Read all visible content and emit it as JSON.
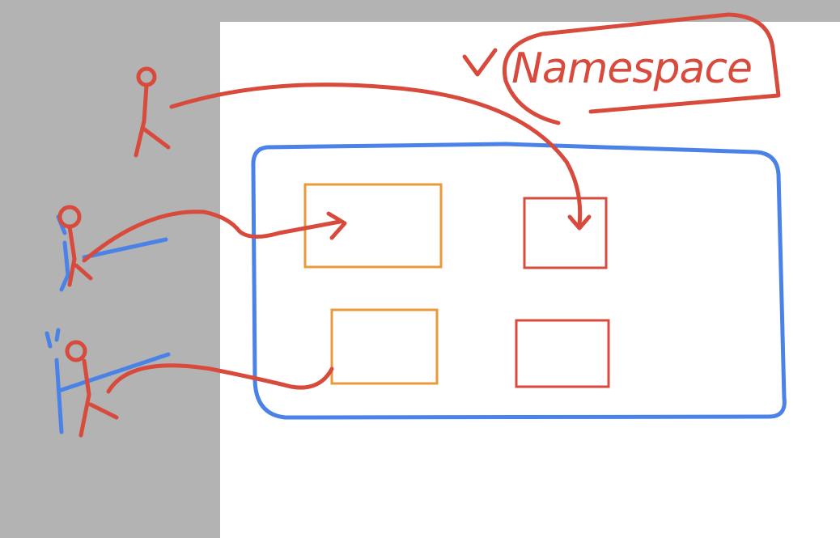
{
  "diagram": {
    "annotation": {
      "label": "Namespace"
    },
    "colors": {
      "namespace_boundary": "#4a82e8",
      "ink_red": "#d84a3c",
      "box_orange": "#e89a3c",
      "box_red": "#d84a3c",
      "ink_blue": "#4a82e8",
      "sidebar": "#b3b3b3",
      "canvas": "#ffffff"
    },
    "elements": {
      "users": [
        "stick-figure-red",
        "stick-figure-red-blue",
        "stick-figure-red-blue"
      ],
      "namespace_boxes": [
        "orange-box",
        "red-box",
        "orange-box",
        "red-box"
      ]
    }
  }
}
